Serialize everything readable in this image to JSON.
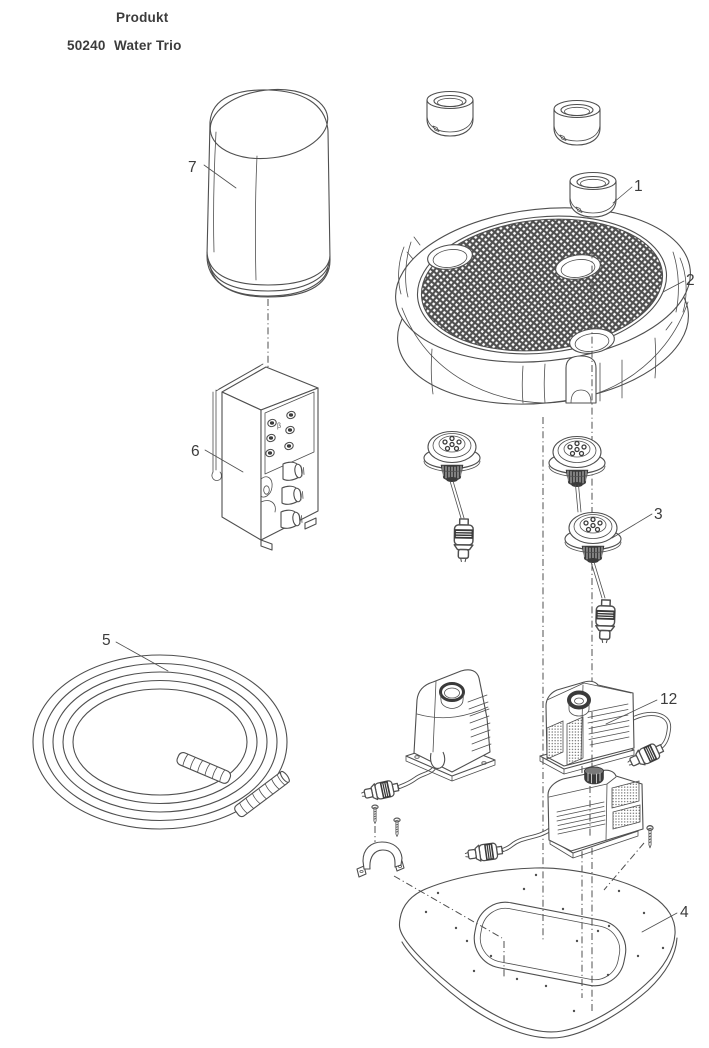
{
  "header": {
    "column_label": "Produkt",
    "product_code": "50240",
    "product_name": "Water Trio"
  },
  "diagram": {
    "callouts": {
      "c1": "1",
      "c2": "2",
      "c3": "3",
      "c4": "4",
      "c5": "5",
      "c6": "6",
      "c7": "7",
      "c12": "12"
    },
    "control_box_marking": "β",
    "colors": {
      "line": "#4f4f4f",
      "dark": "#3a3a3a",
      "text": "#3c3c3c",
      "background": "#ffffff"
    }
  }
}
